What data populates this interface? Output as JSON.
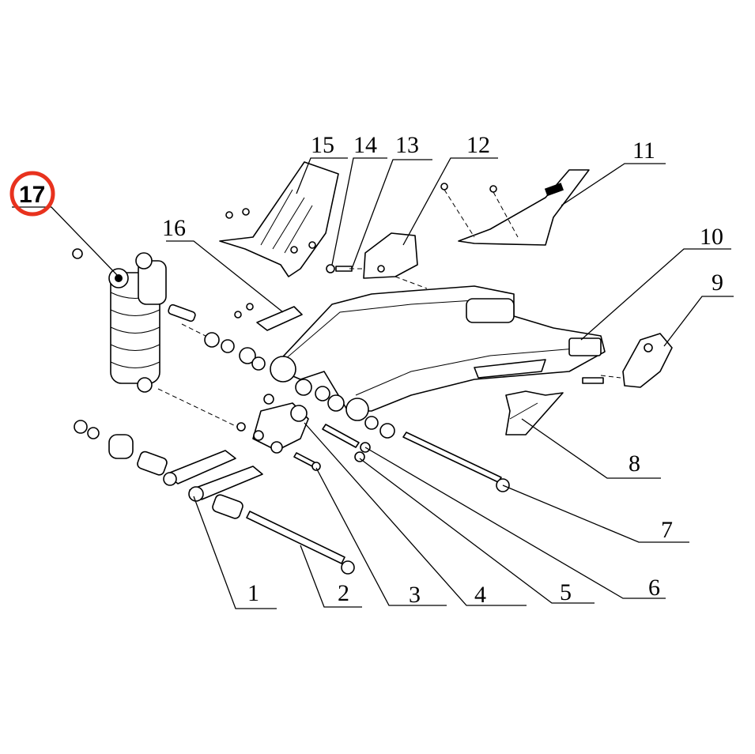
{
  "diagram": {
    "highlight_color": "#e8321e",
    "highlighted_callout": "17",
    "callouts": [
      {
        "id": "c1",
        "label": "1"
      },
      {
        "id": "c2",
        "label": "2"
      },
      {
        "id": "c3",
        "label": "3"
      },
      {
        "id": "c4",
        "label": "4"
      },
      {
        "id": "c5",
        "label": "5"
      },
      {
        "id": "c6",
        "label": "6"
      },
      {
        "id": "c7",
        "label": "7"
      },
      {
        "id": "c8",
        "label": "8"
      },
      {
        "id": "c9",
        "label": "9"
      },
      {
        "id": "c10",
        "label": "10"
      },
      {
        "id": "c11",
        "label": "11"
      },
      {
        "id": "c12",
        "label": "12"
      },
      {
        "id": "c13",
        "label": "13"
      },
      {
        "id": "c14",
        "label": "14"
      },
      {
        "id": "c15",
        "label": "15"
      },
      {
        "id": "c16",
        "label": "16"
      },
      {
        "id": "c17",
        "label": "17"
      }
    ]
  }
}
